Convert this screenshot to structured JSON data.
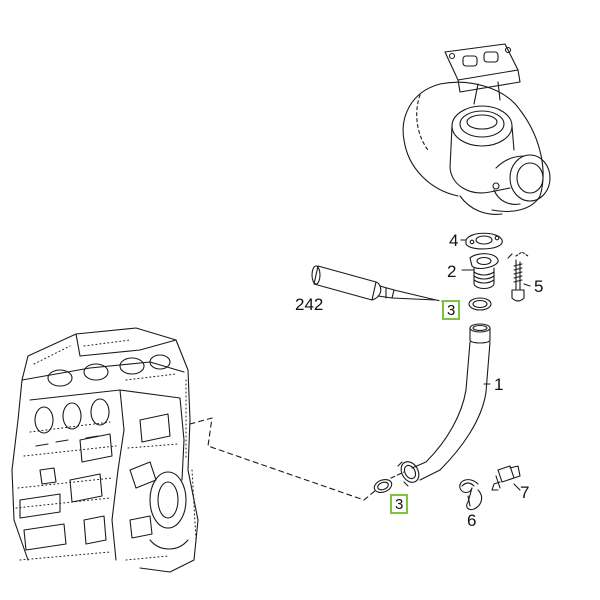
{
  "diagram": {
    "callouts": {
      "label_1": "1",
      "label_2": "2",
      "label_3_upper": "3",
      "label_3_lower": "3",
      "label_4": "4",
      "label_5": "5",
      "label_6": "6",
      "label_7": "7",
      "label_242": "242"
    },
    "highlight_color": "#7dc242",
    "line_color": "#1a1a1a"
  }
}
